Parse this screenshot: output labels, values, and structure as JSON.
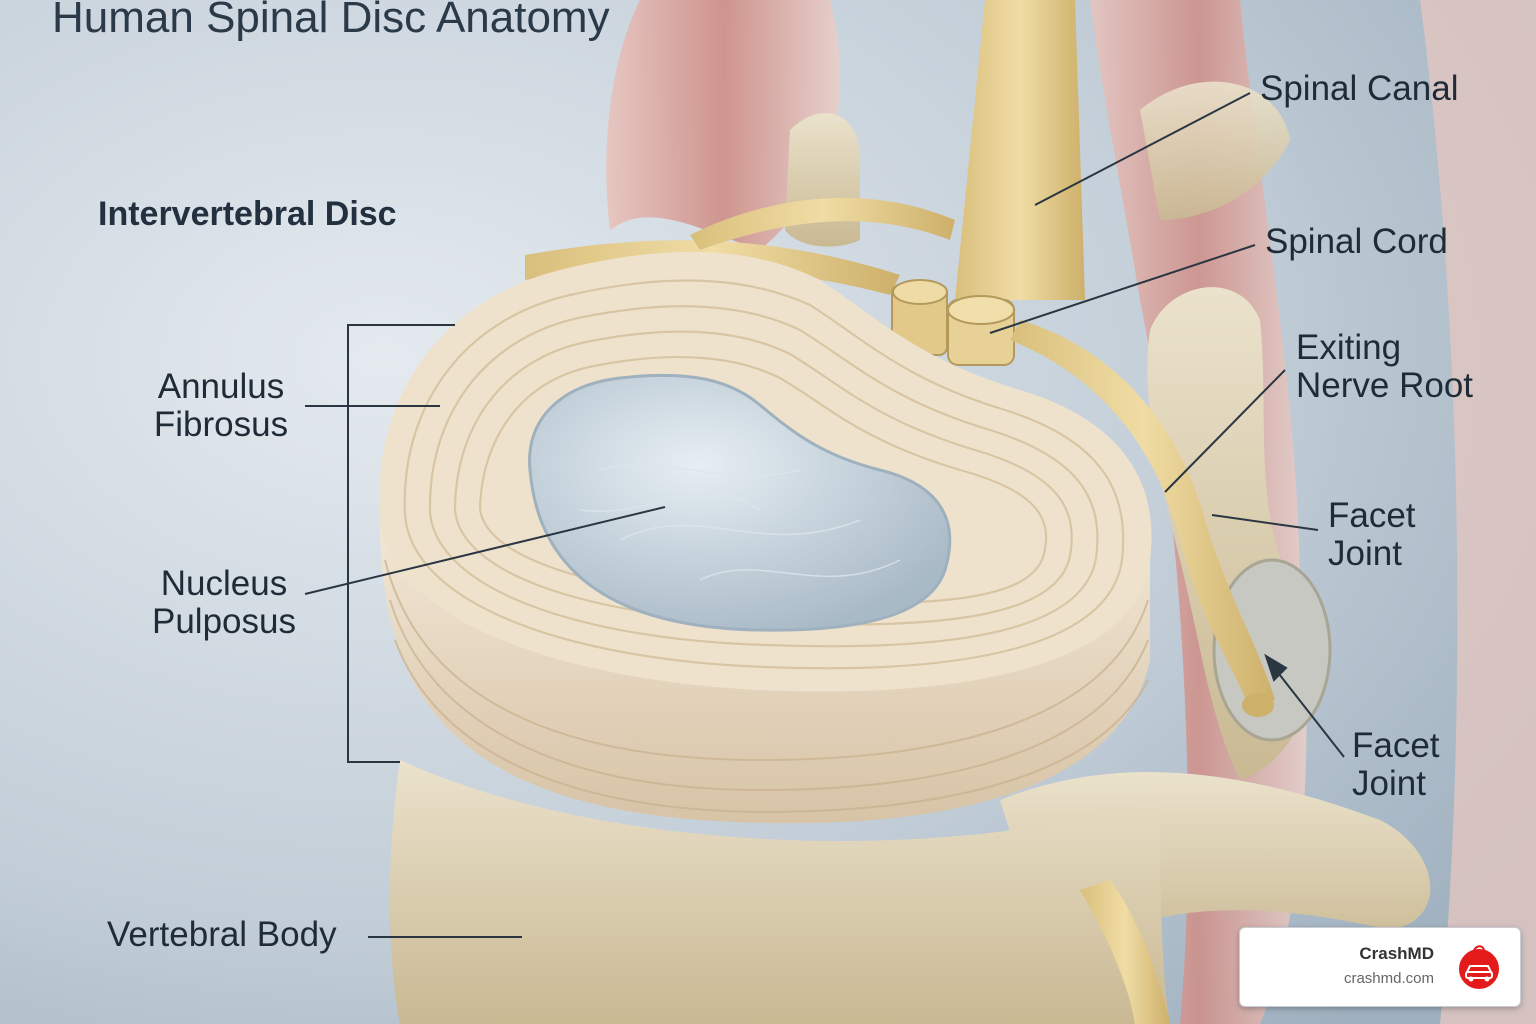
{
  "title": "Human Spinal Disc Anatomy",
  "section_heading": "Intervertebral Disc",
  "labels": {
    "annulus_1": "Annulus",
    "annulus_2": "Fibrosus",
    "nucleus_1": "Nucleus",
    "nucleus_2": "Pulposus",
    "vertebral_body": "Vertebral Body",
    "spinal_canal": "Spinal Canal",
    "spinal_cord": "Spinal Cord",
    "exiting_1": "Exiting",
    "exiting_2": "Nerve Root",
    "facet_a_1": "Facet",
    "facet_a_2": "Joint",
    "facet_b_1": "Facet",
    "facet_b_2": "Joint"
  },
  "badge": {
    "brand": "CrashMD",
    "url": "crashmd.com",
    "logo_icon": "car-crash-icon"
  },
  "colors": {
    "background": "#c9d3dc",
    "disc_fiber": "#e8d9c2",
    "nucleus": "#c4d2dc",
    "nerve": "#e6cf8e",
    "bone": "#dccfb2",
    "muscle": "#d69a93",
    "label_text": "#1f2c38",
    "logo_red": "#e31b1b"
  }
}
